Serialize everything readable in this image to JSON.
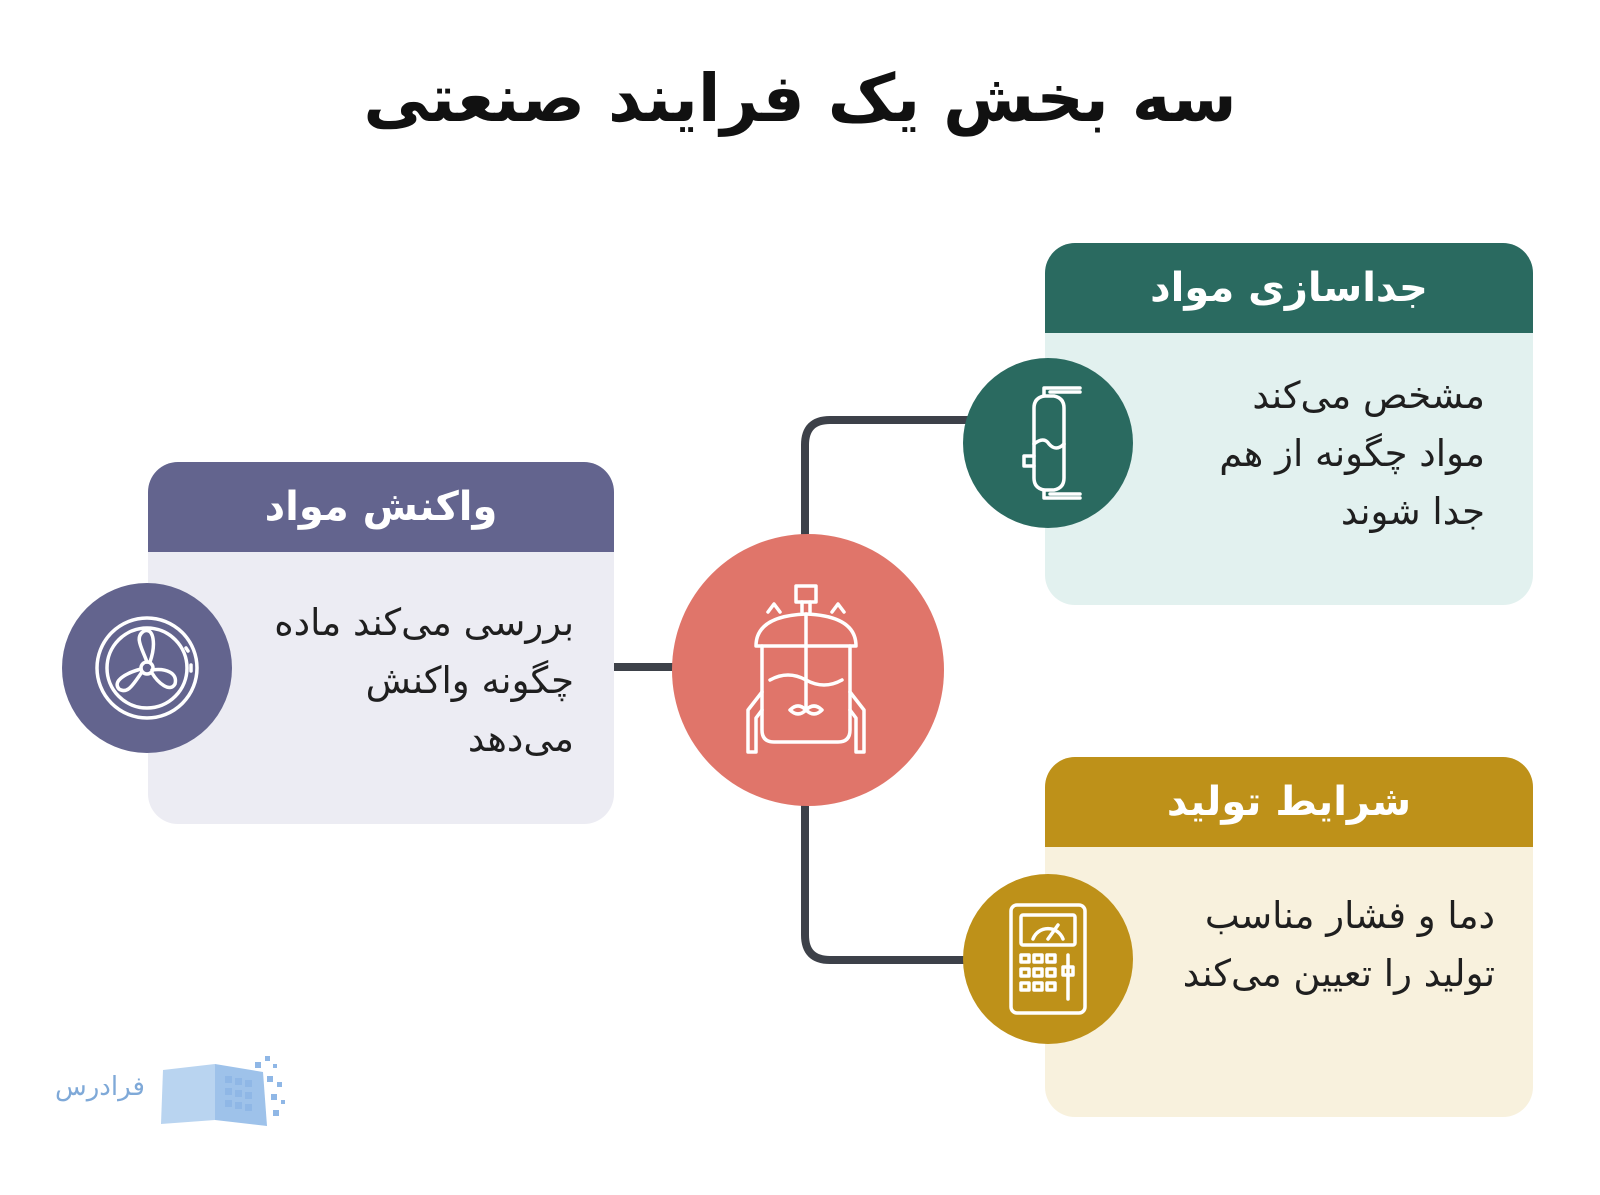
{
  "title": "سه بخش یک فرایند صنعتی",
  "cards": {
    "reaction": {
      "title": "واکنش مواد",
      "lines": [
        "بررسی می‌کند ماده",
        "چگونه واکنش",
        "می‌دهد"
      ],
      "icon": "fan-icon",
      "header_color": "#63648e",
      "body_color": "#ececf3"
    },
    "separation": {
      "title": "جداسازی مواد",
      "lines": [
        "مشخص می‌کند",
        "مواد چگونه از هم",
        "جدا شوند"
      ],
      "icon": "separator-vessel-icon",
      "header_color": "#2a6a60",
      "body_color": "#e2f1ef"
    },
    "production": {
      "title": "شرایط تولید",
      "lines": [
        "دما و فشار مناسب",
        "تولید را تعیین می‌کند"
      ],
      "icon": "control-panel-icon",
      "header_color": "#be9119",
      "body_color": "#f8f1dd"
    }
  },
  "center": {
    "icon": "reactor-icon",
    "color": "#e0756a"
  },
  "connector_color": "#3d4149",
  "logo": {
    "text": "فرادرس",
    "icon": "open-book-icon"
  }
}
